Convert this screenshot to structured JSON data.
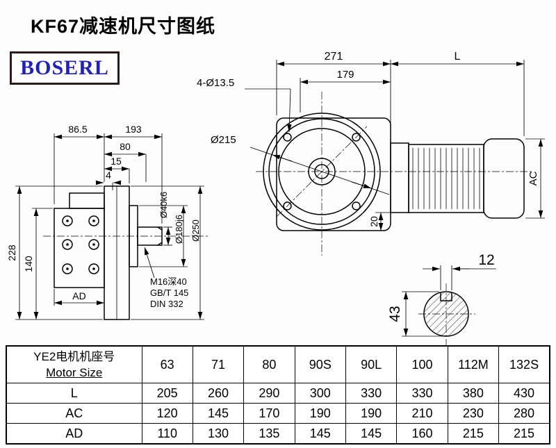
{
  "page": {
    "title": "KF67减速机尺寸图纸",
    "logo_text": "BOSERL"
  },
  "colors": {
    "line": "#000000",
    "logo_text": "#2222bb",
    "logo_border": "#2a1a18",
    "background": "#ffffff"
  },
  "side_view": {
    "dim_86_5": "86.5",
    "dim_193": "193",
    "dim_80": "80",
    "dim_15": "15",
    "dim_4": "4",
    "dim_228": "228",
    "dim_140": "140",
    "dim_AD": "AD",
    "shaft_dia": "Ø40k6",
    "spigot_dia": "Ø180j6",
    "flange_dia": "Ø250",
    "tap_note_1": "M16深40",
    "tap_note_2": "GB/T 145",
    "tap_note_3": "DIN 332"
  },
  "front_view": {
    "dim_271": "271",
    "dim_179": "179",
    "dim_L": "L",
    "holes_label": "4-Ø13.5",
    "flange_dia": "Ø215",
    "dim_AC": "AC",
    "dim_20": "20"
  },
  "shaft_section": {
    "dim_12": "12",
    "dim_43": "43"
  },
  "table": {
    "header_label_cn": "YE2电机机座号",
    "header_label_en": "Motor Size",
    "sizes": [
      "63",
      "71",
      "80",
      "90S",
      "90L",
      "100",
      "112M",
      "132S"
    ],
    "rows": [
      {
        "label": "L",
        "values": [
          "205",
          "260",
          "290",
          "300",
          "330",
          "330",
          "380",
          "430"
        ]
      },
      {
        "label": "AC",
        "values": [
          "120",
          "145",
          "170",
          "190",
          "190",
          "210",
          "230",
          "280"
        ]
      },
      {
        "label": "AD",
        "values": [
          "110",
          "130",
          "135",
          "145",
          "145",
          "160",
          "215",
          "215"
        ]
      }
    ]
  }
}
